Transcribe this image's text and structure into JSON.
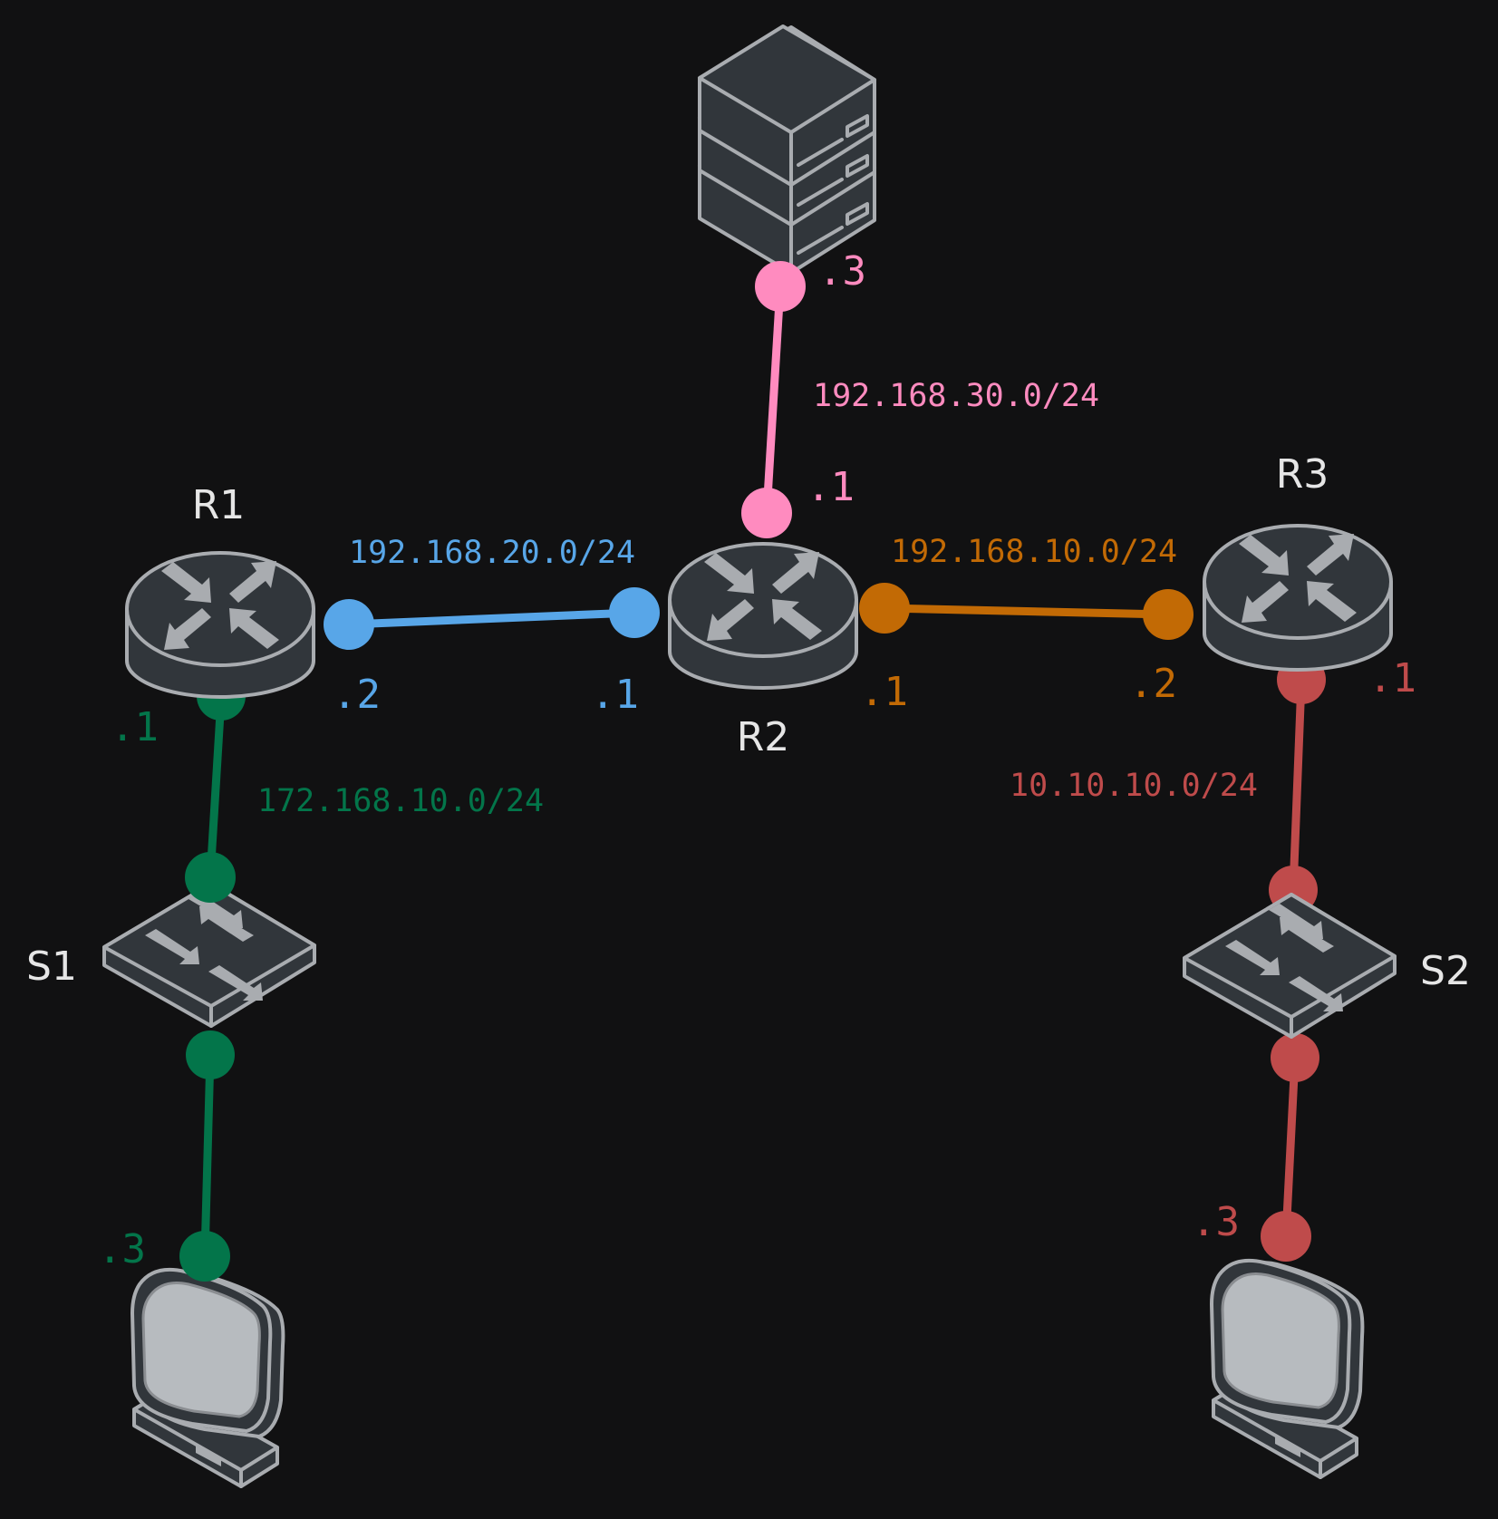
{
  "colors": {
    "background": "#111112",
    "device_body": "#31363b",
    "device_outline": "#a9acb0",
    "screen": "#b7bbbf",
    "label_text": "#e6e6e6"
  },
  "devices": {
    "r1": {
      "label": "R1",
      "icon": "router-icon"
    },
    "r2": {
      "label": "R2",
      "icon": "router-icon"
    },
    "r3": {
      "label": "R3",
      "icon": "router-icon"
    },
    "s1": {
      "label": "S1",
      "icon": "switch-icon"
    },
    "s2": {
      "label": "S2",
      "icon": "switch-icon"
    },
    "server": {
      "icon": "server-stack-icon"
    },
    "pc1": {
      "icon": "computer-icon"
    },
    "pc2": {
      "icon": "computer-icon"
    }
  },
  "links": {
    "blue": {
      "network": "192.168.20.0/24",
      "end_a": ".2",
      "end_b": ".1",
      "color": "#58a6e8"
    },
    "orange": {
      "network": "192.168.10.0/24",
      "end_a": ".1",
      "end_b": ".2",
      "color": "#c26a05"
    },
    "pink": {
      "network": "192.168.30.0/24",
      "end_a": ".3",
      "end_b": ".1",
      "color": "#ff8bbf"
    },
    "green": {
      "network": "172.168.10.0/24",
      "end_a": ".1",
      "end_b": ".3",
      "color": "#03754a"
    },
    "red": {
      "network": "10.10.10.0/24",
      "end_a": ".1",
      "end_b": ".3",
      "color": "#bf4b4b"
    }
  }
}
